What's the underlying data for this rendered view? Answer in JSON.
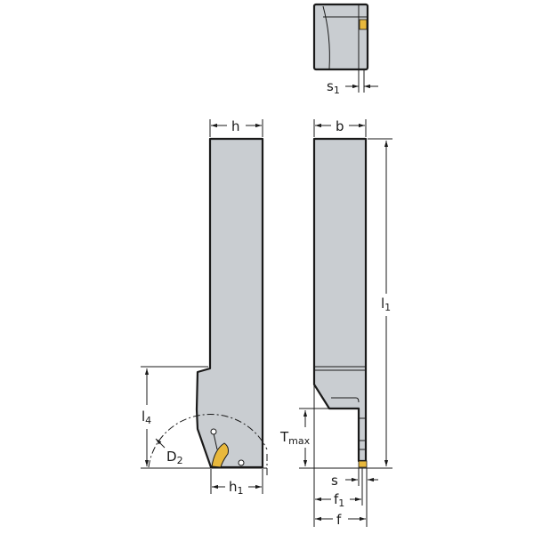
{
  "colors": {
    "tool_body": "#c9cdd1",
    "outline": "#1a1a1a",
    "insert": "#e8b83c",
    "background": "#ffffff"
  },
  "labels": {
    "h": "h",
    "b": "b",
    "l1": {
      "main": "l",
      "sub": "1"
    },
    "l4": {
      "main": "l",
      "sub": "4"
    },
    "D2": {
      "main": "D",
      "sub": "2"
    },
    "h1": {
      "main": "h",
      "sub": "1"
    },
    "Tmax": {
      "main": "T",
      "sub": "max"
    },
    "s": "s",
    "f1": {
      "main": "f",
      "sub": "1"
    },
    "f": "f",
    "s1": {
      "main": "s",
      "sub": "1"
    }
  }
}
